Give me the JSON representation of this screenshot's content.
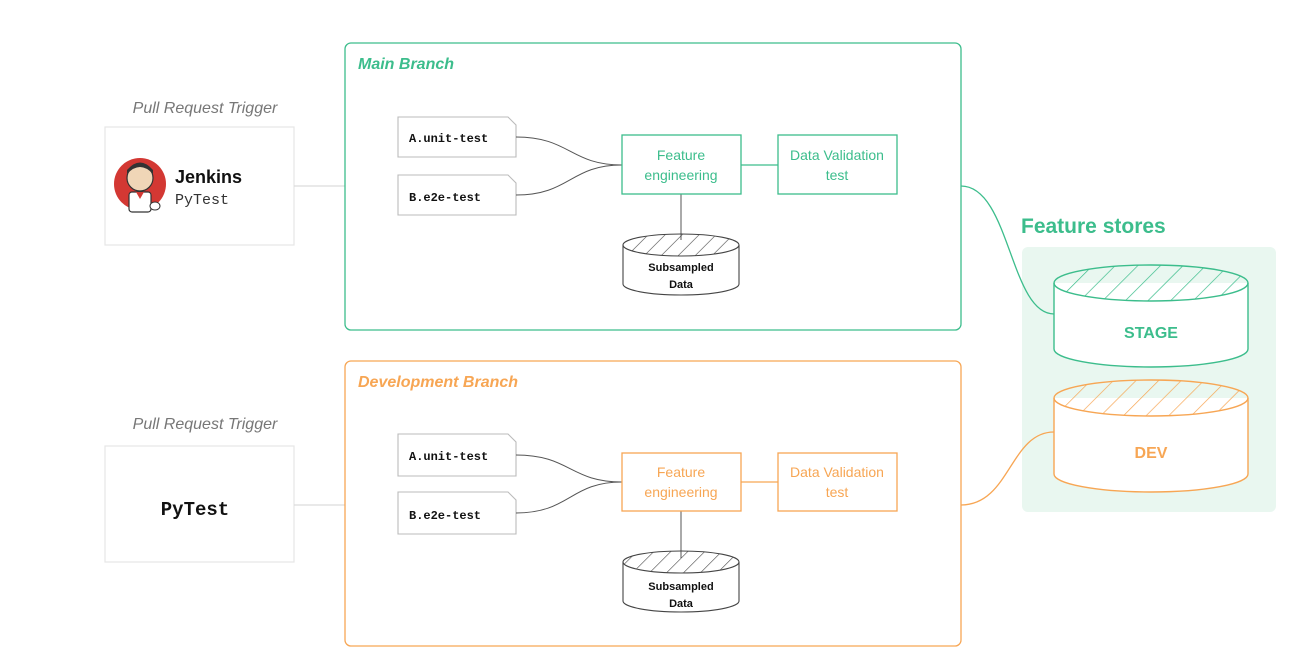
{
  "triggers": [
    {
      "caption": "Pull Request Trigger",
      "tool_name": "Jenkins",
      "tool_sub": "PyTest",
      "icon": "jenkins-butler-icon"
    },
    {
      "caption": "Pull Request Trigger",
      "tool_name": "PyTest"
    }
  ],
  "branches": [
    {
      "title": "Main Branch",
      "color": "#3cbd8c",
      "tests": [
        "A.unit-test",
        "B.e2e-test"
      ],
      "feature_engineering": [
        "Feature",
        "engineering"
      ],
      "data_validation": [
        "Data Validation",
        "test"
      ],
      "data_store": [
        "Subsampled",
        "Data"
      ]
    },
    {
      "title": "Development Branch",
      "color": "#f7a654",
      "tests": [
        "A.unit-test",
        "B.e2e-test"
      ],
      "feature_engineering": [
        "Feature",
        "engineering"
      ],
      "data_validation": [
        "Data Validation",
        "test"
      ],
      "data_store": [
        "Subsampled",
        "Data"
      ]
    }
  ],
  "feature_stores": {
    "title": "Feature stores",
    "panel_color": "#e9f7f0",
    "stores": [
      {
        "label": "STAGE",
        "color": "#3cbd8c"
      },
      {
        "label": "DEV",
        "color": "#f7a654"
      }
    ]
  }
}
